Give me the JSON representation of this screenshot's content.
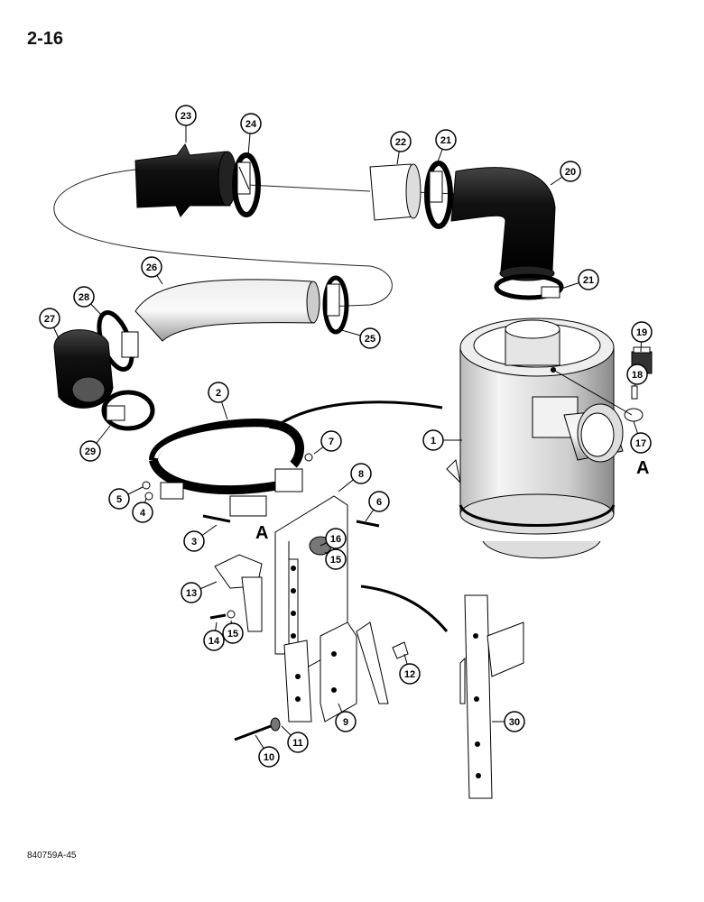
{
  "page": {
    "number": "2-16",
    "doc_code": "840759A-45"
  },
  "view_markers": [
    "A",
    "A"
  ],
  "callouts": [
    "1",
    "2",
    "3",
    "4",
    "5",
    "6",
    "7",
    "8",
    "9",
    "10",
    "11",
    "12",
    "13",
    "14",
    "15",
    "15",
    "16",
    "17",
    "18",
    "19",
    "20",
    "21",
    "21",
    "22",
    "23",
    "24",
    "25",
    "26",
    "27",
    "28",
    "29",
    "30"
  ]
}
